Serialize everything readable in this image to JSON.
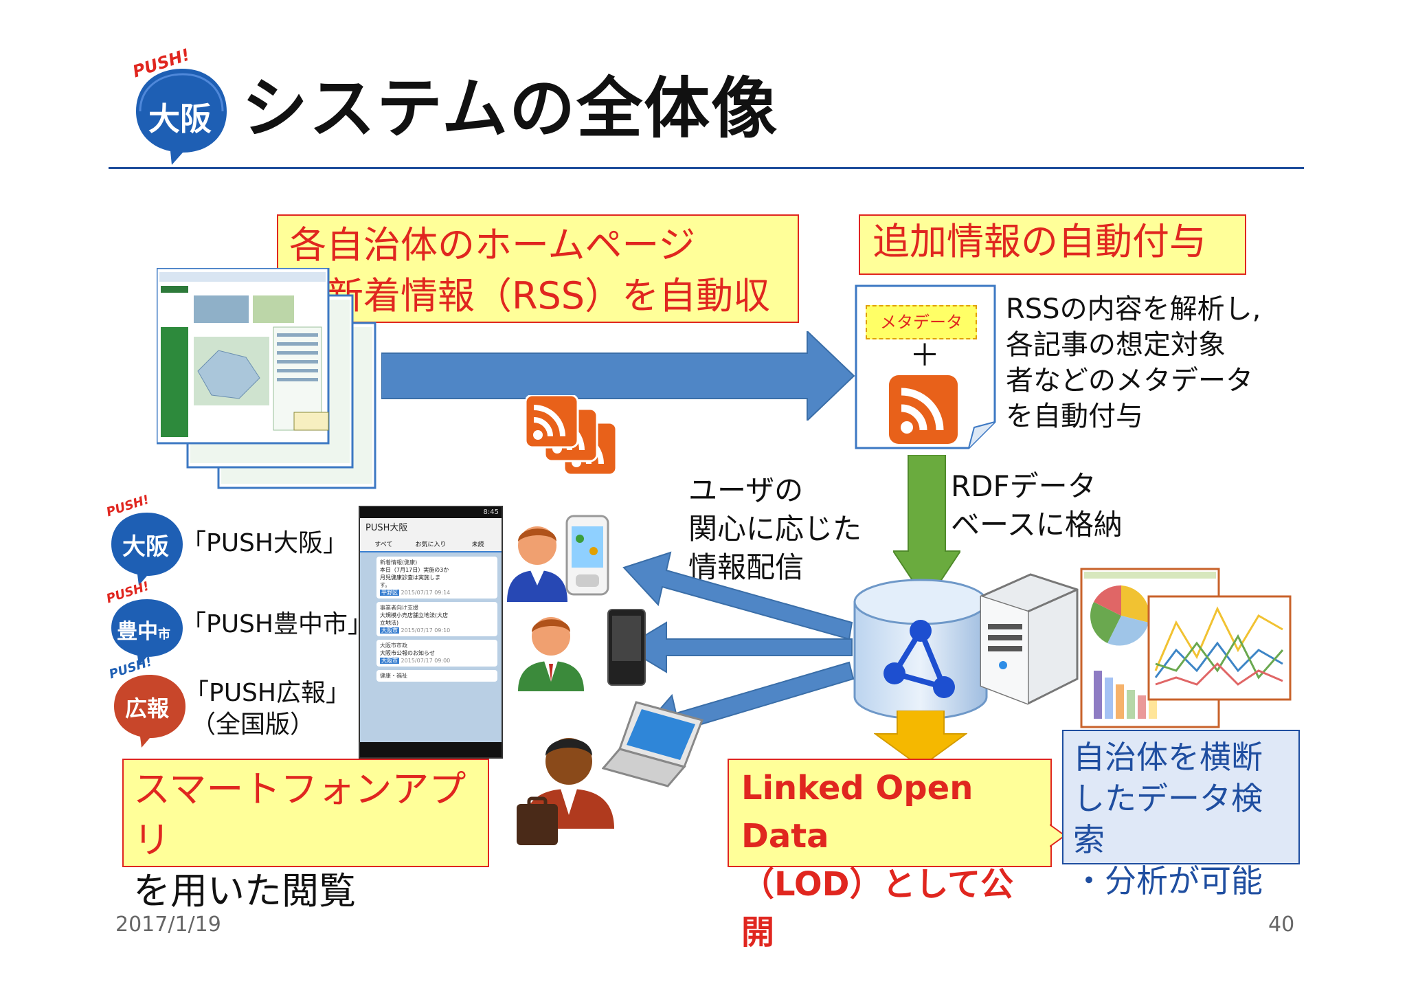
{
  "header": {
    "logo_top": "PUSH!",
    "logo_main": "大阪",
    "title": "システムの全体像"
  },
  "callouts": {
    "collect_line1": "各自治体のホームページ",
    "collect_line2": "の新着情報（RSS）を自動収集",
    "auto_add": "追加情報の自動付与",
    "app_line1": "スマートフォンアプリ",
    "app_line2": "を用いた閲覧",
    "lod_line1": "Linked Open Data",
    "lod_line2": "（LOD）として公開",
    "search_line1": "自治体を横断",
    "search_line2": "したデータ検索",
    "search_line3": "・分析が可能"
  },
  "metadata": {
    "tag": "メタデータ",
    "plus": "＋",
    "desc_line1": "RSSの内容を解析し,",
    "desc_line2": "各記事の想定対象",
    "desc_line3": "者などのメタデータ",
    "desc_line4": "を自動付与"
  },
  "labels": {
    "rdf_line1": "RDFデータ",
    "rdf_line2": "ベースに格納",
    "deliver_line1": "ユーザの",
    "deliver_line2": "関心に応じた",
    "deliver_line3": "情報配信"
  },
  "apps": [
    {
      "badge_top": "PUSH!",
      "badge": "大阪",
      "name": "「PUSH大阪」"
    },
    {
      "badge_top": "PUSH!",
      "badge": "豊中",
      "badge_small": "市",
      "name": "「PUSH豊中市」"
    },
    {
      "badge_top": "PUSH!",
      "badge": "広報",
      "name": "「PUSH広報」",
      "sub": "（全国版）"
    }
  ],
  "phone": {
    "status_time": "8:45",
    "app_title": "PUSH大阪",
    "tabs": [
      "すべて",
      "お気に入り",
      "未読"
    ],
    "items": [
      {
        "category": "新着情報(健康)",
        "text1": "本日（7月17日）実施の3か",
        "text2": "月児健康診査は実施しま",
        "text3": "す。",
        "area": "平野区",
        "date": "2015/07/17 09:14"
      },
      {
        "category": "事業者向け支援",
        "text1": "大規模小売店舗立地法(大店",
        "text2": "立地法)",
        "area": "大阪市",
        "date": "2015/07/17 09:10"
      },
      {
        "category": "大阪市市政",
        "text1": "大阪市公報のお知らせ",
        "area": "大阪市",
        "date": "2015/07/17 09:00"
      },
      {
        "category": "健康・福祉"
      }
    ]
  },
  "footer": {
    "date": "2017/1/19",
    "page": "40"
  },
  "colors": {
    "arrow_blue": "#4f86c6",
    "arrow_green": "#6aab3e",
    "arrow_gold": "#f5b800",
    "callout_fill": "#ffff99",
    "callout_border": "#e0261f",
    "rss_orange": "#e8611a"
  }
}
